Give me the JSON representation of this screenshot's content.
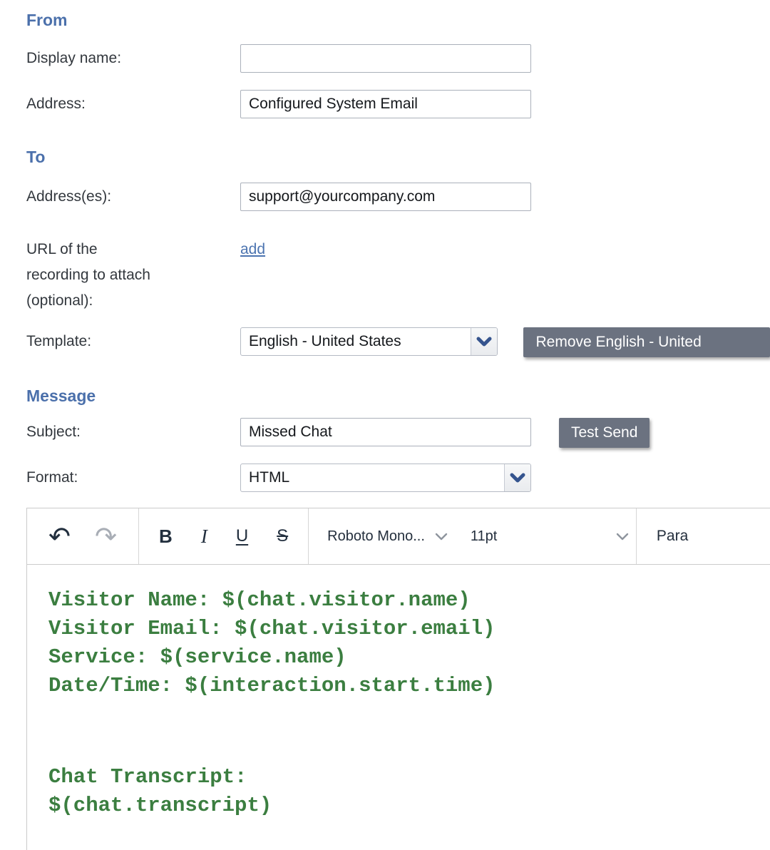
{
  "colors": {
    "section_heading": "#4b70ab",
    "link": "#4c74b0",
    "button_bg": "#6b7280",
    "button_text": "#ffffff",
    "editor_text_green": "#3b7e40",
    "select_chevron": "#35548e",
    "toolbar_icon": "#222f3e",
    "toolbar_icon_disabled": "#a9aeb6"
  },
  "from_section": {
    "title": "From",
    "display_name_label": "Display name:",
    "display_name_value": "",
    "address_label": "Address:",
    "address_value": "Configured System Email"
  },
  "to_section": {
    "title": "To",
    "addresses_label": "Address(es):",
    "addresses_value": "support@yourcompany.com",
    "recording_url_label_lines": {
      "line1": "URL of the",
      "line2": "recording to attach",
      "line3": "(optional):"
    },
    "add_link": "add",
    "template_label": "Template:",
    "template_value": "English - United States",
    "remove_template_button": "Remove English - United"
  },
  "message_section": {
    "title": "Message",
    "subject_label": "Subject:",
    "subject_value": "Missed Chat",
    "test_send_button": "Test Send",
    "format_label": "Format:",
    "format_value": "HTML"
  },
  "editor": {
    "toolbar": {
      "undo_icon": "undo-arrow",
      "redo_icon": "redo-arrow",
      "bold_label": "B",
      "italic_label": "I",
      "underline_label": "U",
      "strikethrough_label": "S",
      "font_family_value": "Roboto Mono...",
      "font_size_value": "11pt",
      "paragraph_style_value": "Para"
    },
    "lines": [
      "Visitor Name: $(chat.visitor.name)",
      "Visitor Email: $(chat.visitor.email)",
      "Service: $(service.name)",
      "Date/Time: $(interaction.start.time)",
      "",
      "",
      "Chat Transcript:",
      "$(chat.transcript)"
    ]
  }
}
